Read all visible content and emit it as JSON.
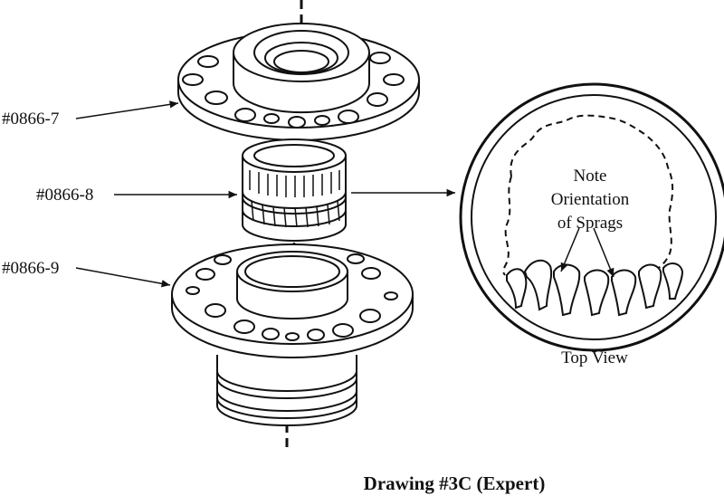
{
  "diagram": {
    "parts": [
      {
        "label": "#0866-7"
      },
      {
        "label": "#0866-8"
      },
      {
        "label": "#0866-9"
      }
    ],
    "top_view": {
      "note_lines": [
        "Note",
        "Orientation",
        "of Sprags"
      ],
      "label": "Top View"
    },
    "caption": "Drawing #3C (Expert)"
  },
  "colors": {
    "line": "#111111",
    "background": "#ffffff"
  }
}
